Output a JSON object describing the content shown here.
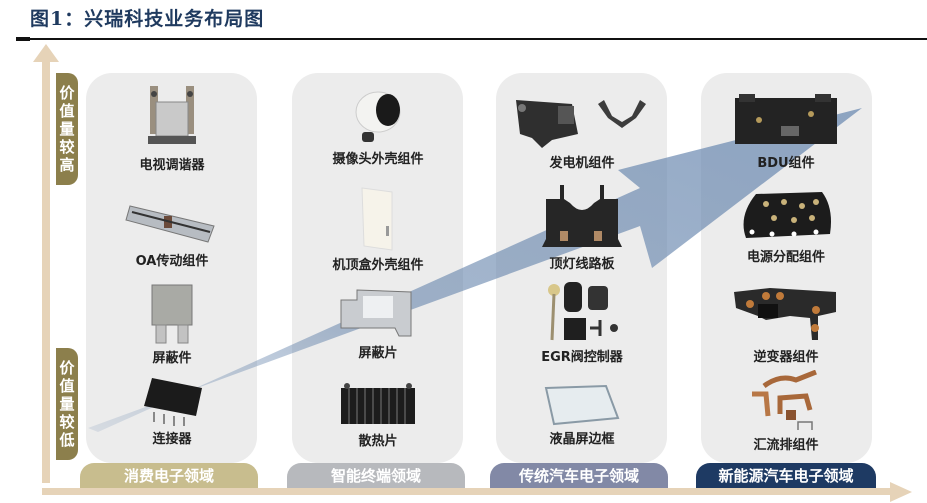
{
  "figure": {
    "title": "图1：兴瑞科技业务布局图"
  },
  "axis": {
    "y_high_label": [
      "价",
      "值",
      "量",
      "较",
      "高"
    ],
    "y_low_label": [
      "价",
      "值",
      "量",
      "较",
      "低"
    ],
    "axis_color": "#e6d3b8",
    "tag_color": "#8c7f4c"
  },
  "trend_arrow": {
    "color": "#5f7fa8",
    "direction": "from low-value consumer electronics to high-value new-energy vehicle electronics"
  },
  "columns": [
    {
      "domain": "消费电子领域",
      "color": "#c8bd8e",
      "items": [
        "电视调谐器",
        "OA传动组件",
        "屏蔽件",
        "连接器"
      ]
    },
    {
      "domain": "智能终端领域",
      "color": "#b7b9bd",
      "items": [
        "摄像头外壳组件",
        "机顶盒外壳组件",
        "屏蔽片",
        "散热片"
      ]
    },
    {
      "domain": "传统汽车电子领域",
      "color": "#8289a6",
      "items": [
        "发电机组件",
        "顶灯线路板",
        "EGR阀控制器",
        "液晶屏边框"
      ]
    },
    {
      "domain": "新能源汽车电子领域",
      "color": "#1e3a63",
      "items": [
        "BDU组件",
        "电源分配组件",
        "逆变器组件",
        "汇流排组件"
      ]
    }
  ]
}
